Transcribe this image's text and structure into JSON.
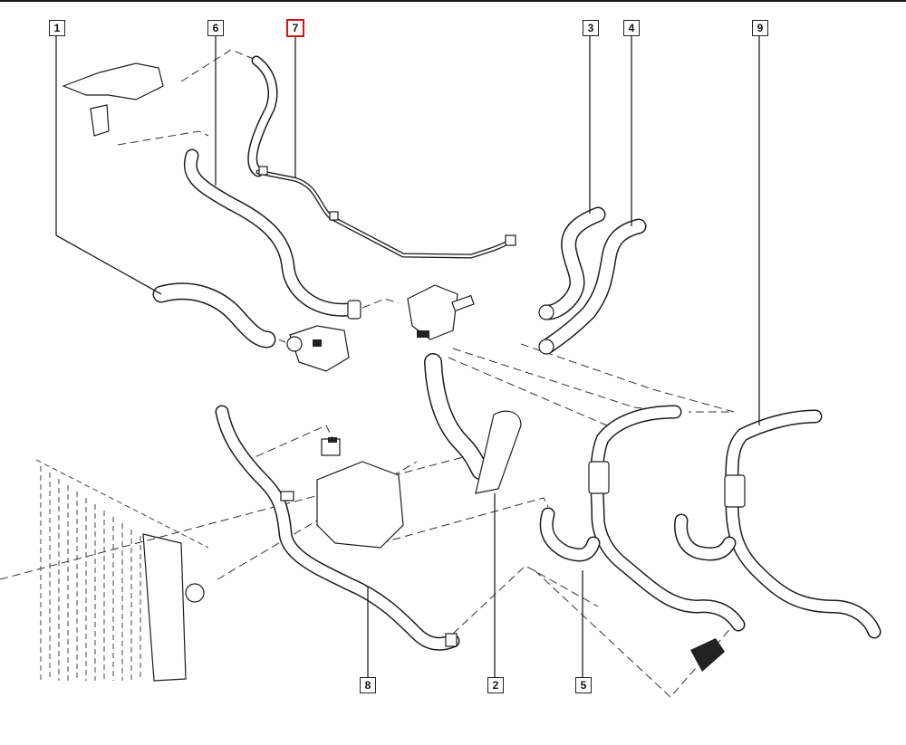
{
  "diagram": {
    "title": "Cooling system hoses exploded view",
    "highlight_color": "#d9121b",
    "callouts": [
      {
        "id": "callout-1",
        "label": "1",
        "highlighted": false
      },
      {
        "id": "callout-6",
        "label": "6",
        "highlighted": false
      },
      {
        "id": "callout-7",
        "label": "7",
        "highlighted": true
      },
      {
        "id": "callout-3",
        "label": "3",
        "highlighted": false
      },
      {
        "id": "callout-4",
        "label": "4",
        "highlighted": false
      },
      {
        "id": "callout-9",
        "label": "9",
        "highlighted": false
      },
      {
        "id": "callout-8",
        "label": "8",
        "highlighted": false
      },
      {
        "id": "callout-2",
        "label": "2",
        "highlighted": false
      },
      {
        "id": "callout-5",
        "label": "5",
        "highlighted": false
      }
    ]
  }
}
